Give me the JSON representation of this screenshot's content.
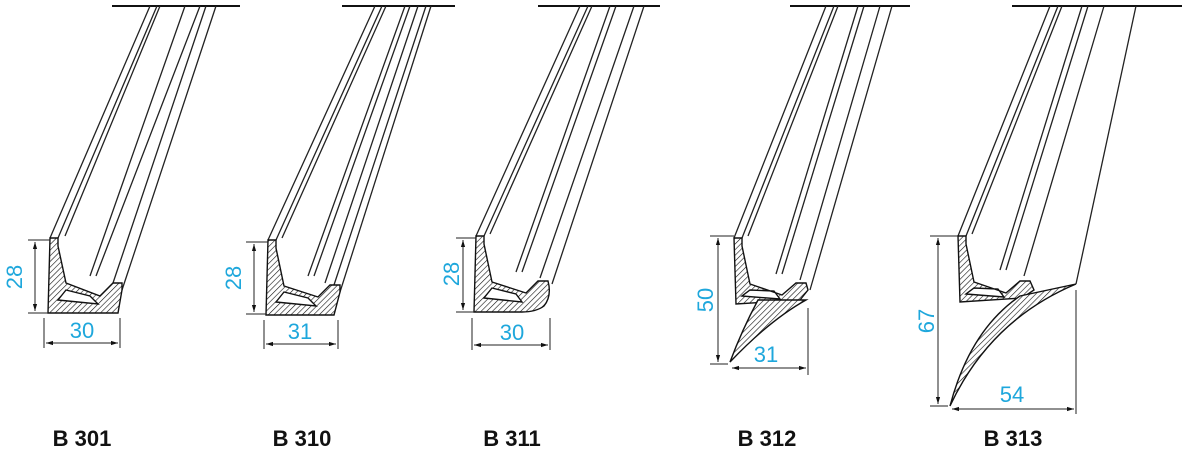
{
  "profiles": [
    {
      "code": "B 301",
      "height": "28",
      "width": "30"
    },
    {
      "code": "B 310",
      "height": "28",
      "width": "31"
    },
    {
      "code": "B 311",
      "height": "28",
      "width": "30"
    },
    {
      "code": "B 312",
      "height": "50",
      "width": "31"
    },
    {
      "code": "B 313",
      "height": "67",
      "width": "54"
    }
  ],
  "colors": {
    "dimension": "#1ea7dc",
    "code": "#111111",
    "line": "#222222"
  }
}
